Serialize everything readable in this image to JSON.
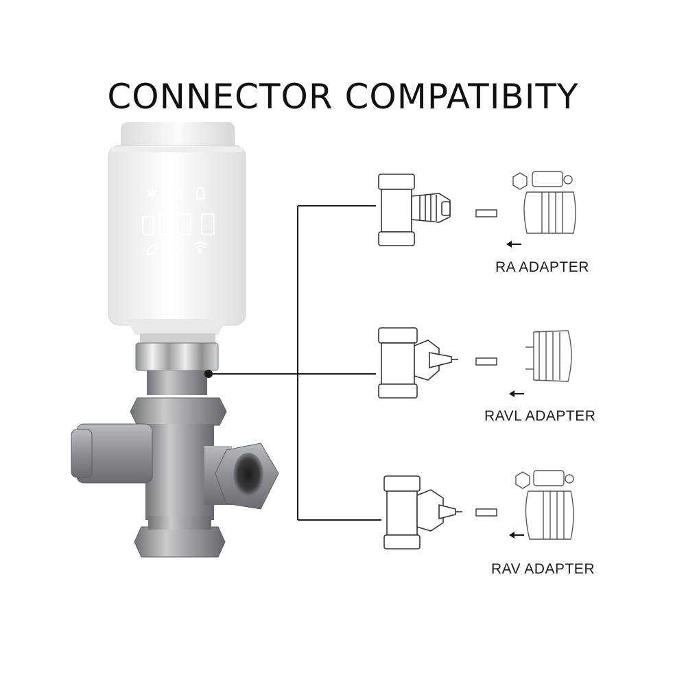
{
  "title": "CONNECTOR COMPATIBITY",
  "adapters": [
    {
      "label": "RA ADAPTER"
    },
    {
      "label": "RAVL ADAPTER"
    },
    {
      "label": "RAV ADAPTER"
    }
  ],
  "colors": {
    "thermostat_body": "#f4f4f4",
    "metal": "#9a9c9f",
    "connector_line": "#1a1a1a",
    "led_icons": "#ffffff"
  }
}
